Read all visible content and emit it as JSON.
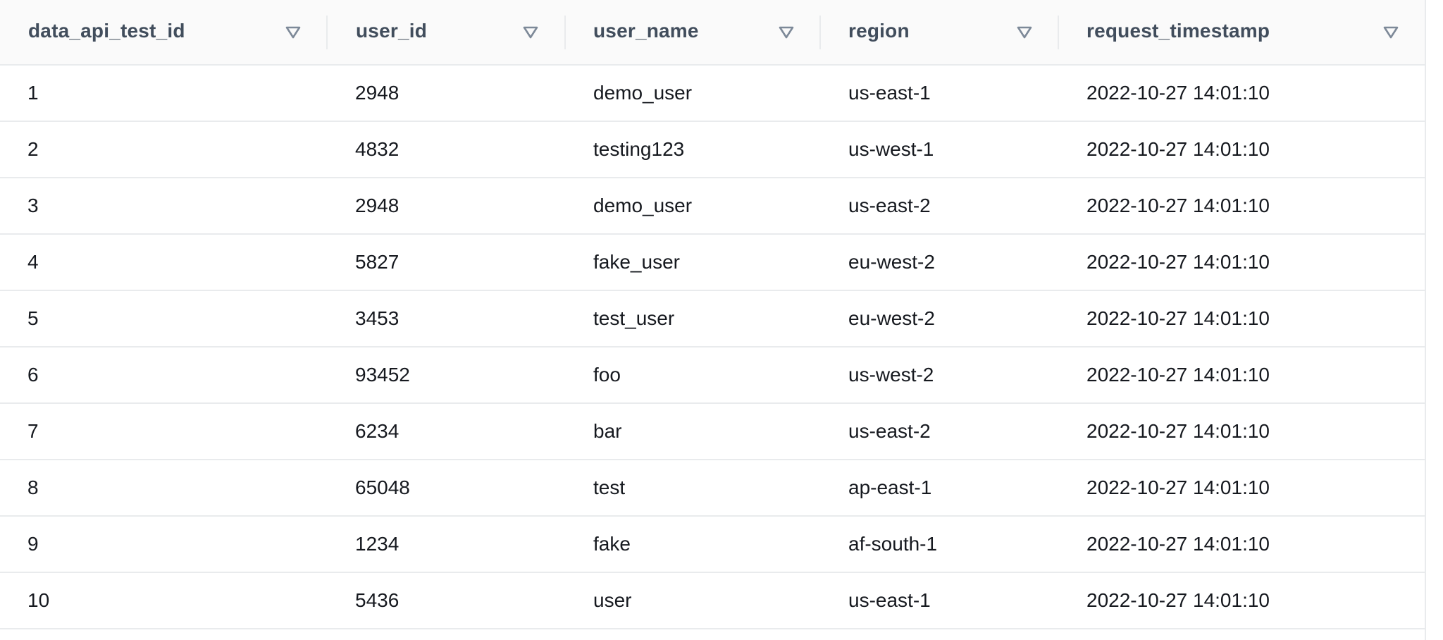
{
  "table": {
    "columns": [
      {
        "key": "data_api_test_id",
        "label": "data_api_test_id"
      },
      {
        "key": "user_id",
        "label": "user_id"
      },
      {
        "key": "user_name",
        "label": "user_name"
      },
      {
        "key": "region",
        "label": "region"
      },
      {
        "key": "request_timestamp",
        "label": "request_timestamp"
      }
    ],
    "rows": [
      [
        "1",
        "2948",
        "demo_user",
        "us-east-1",
        "2022-10-27 14:01:10"
      ],
      [
        "2",
        "4832",
        "testing123",
        "us-west-1",
        "2022-10-27 14:01:10"
      ],
      [
        "3",
        "2948",
        "demo_user",
        "us-east-2",
        "2022-10-27 14:01:10"
      ],
      [
        "4",
        "5827",
        "fake_user",
        "eu-west-2",
        "2022-10-27 14:01:10"
      ],
      [
        "5",
        "3453",
        "test_user",
        "eu-west-2",
        "2022-10-27 14:01:10"
      ],
      [
        "6",
        "93452",
        "foo",
        "us-west-2",
        "2022-10-27 14:01:10"
      ],
      [
        "7",
        "6234",
        "bar",
        "us-east-2",
        "2022-10-27 14:01:10"
      ],
      [
        "8",
        "65048",
        "test",
        "ap-east-1",
        "2022-10-27 14:01:10"
      ],
      [
        "9",
        "1234",
        "fake",
        "af-south-1",
        "2022-10-27 14:01:10"
      ],
      [
        "10",
        "5436",
        "user",
        "us-east-1",
        "2022-10-27 14:01:10"
      ]
    ]
  },
  "icons": {
    "sort": "sort-caret-down-icon"
  },
  "colors": {
    "header_text": "#414d5c",
    "cell_text": "#16191f",
    "header_bg": "#fafafa",
    "divider": "#e9ebed",
    "sort_icon": "#7d8998"
  }
}
